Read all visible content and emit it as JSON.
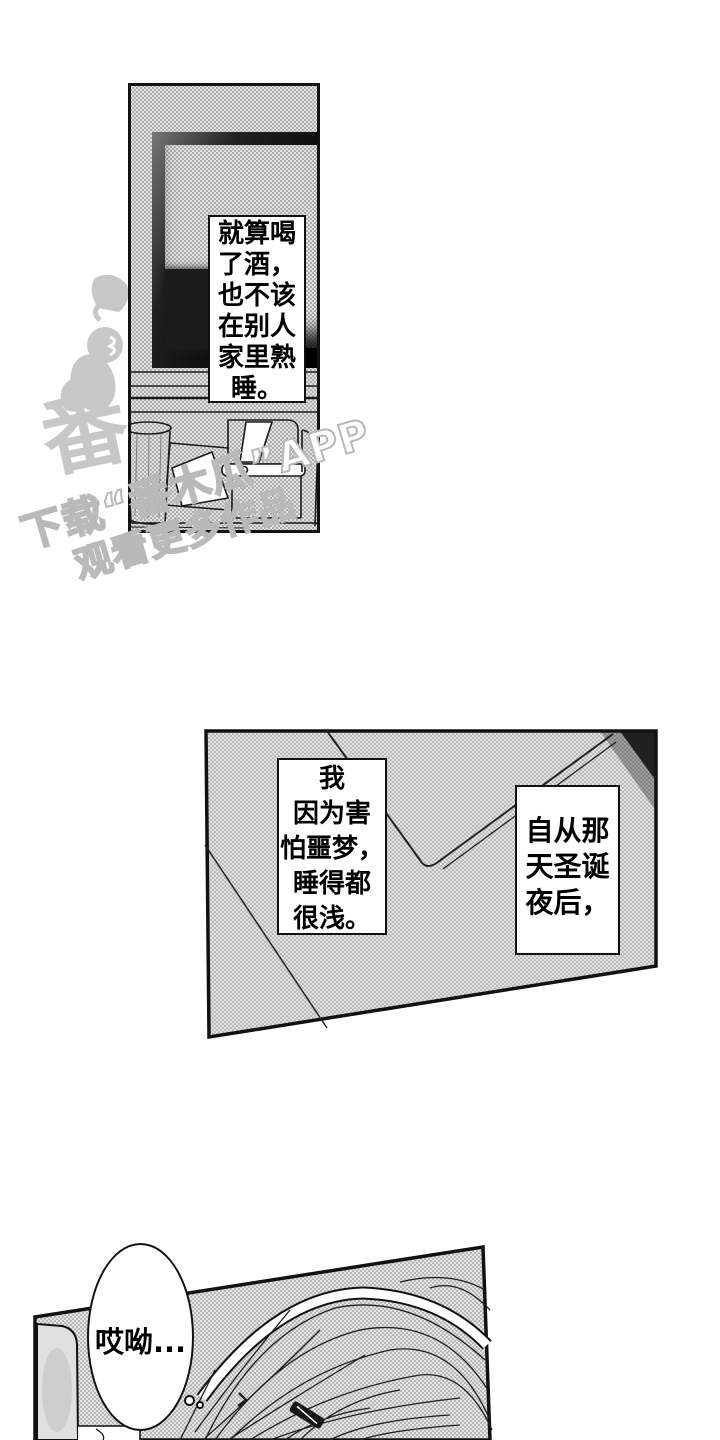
{
  "watermark": {
    "slogan_line1": "下载“番木瓜”APP",
    "slogan_line2": "观看更多作品",
    "logo_char": "番",
    "color": "#c7c7c7"
  },
  "panels": [
    {
      "caption": "就算喝了酒，也不该在别人家里熟睡。",
      "caption_lines": [
        "就算喝",
        "了酒，",
        "也不该",
        "在别人",
        "家里熟",
        "睡。"
      ]
    },
    {
      "caption_left": "我因为害怕噩梦，睡得都很浅。",
      "caption_left_lines": [
        "我",
        "因为害",
        "怕噩梦，",
        "睡得都",
        "很浅。"
      ],
      "caption_right": "自从那天圣诞夜后，",
      "caption_right_lines": [
        "自从那",
        "天圣诞",
        "夜后，"
      ]
    },
    {
      "bubble_text": "哎呦..."
    }
  ],
  "colors": {
    "ink": "#111111",
    "paper": "#ffffff",
    "tone_base": "#e3e3e3",
    "tone_dot": "#999999",
    "watermark_gray": "#c7c7c7"
  }
}
